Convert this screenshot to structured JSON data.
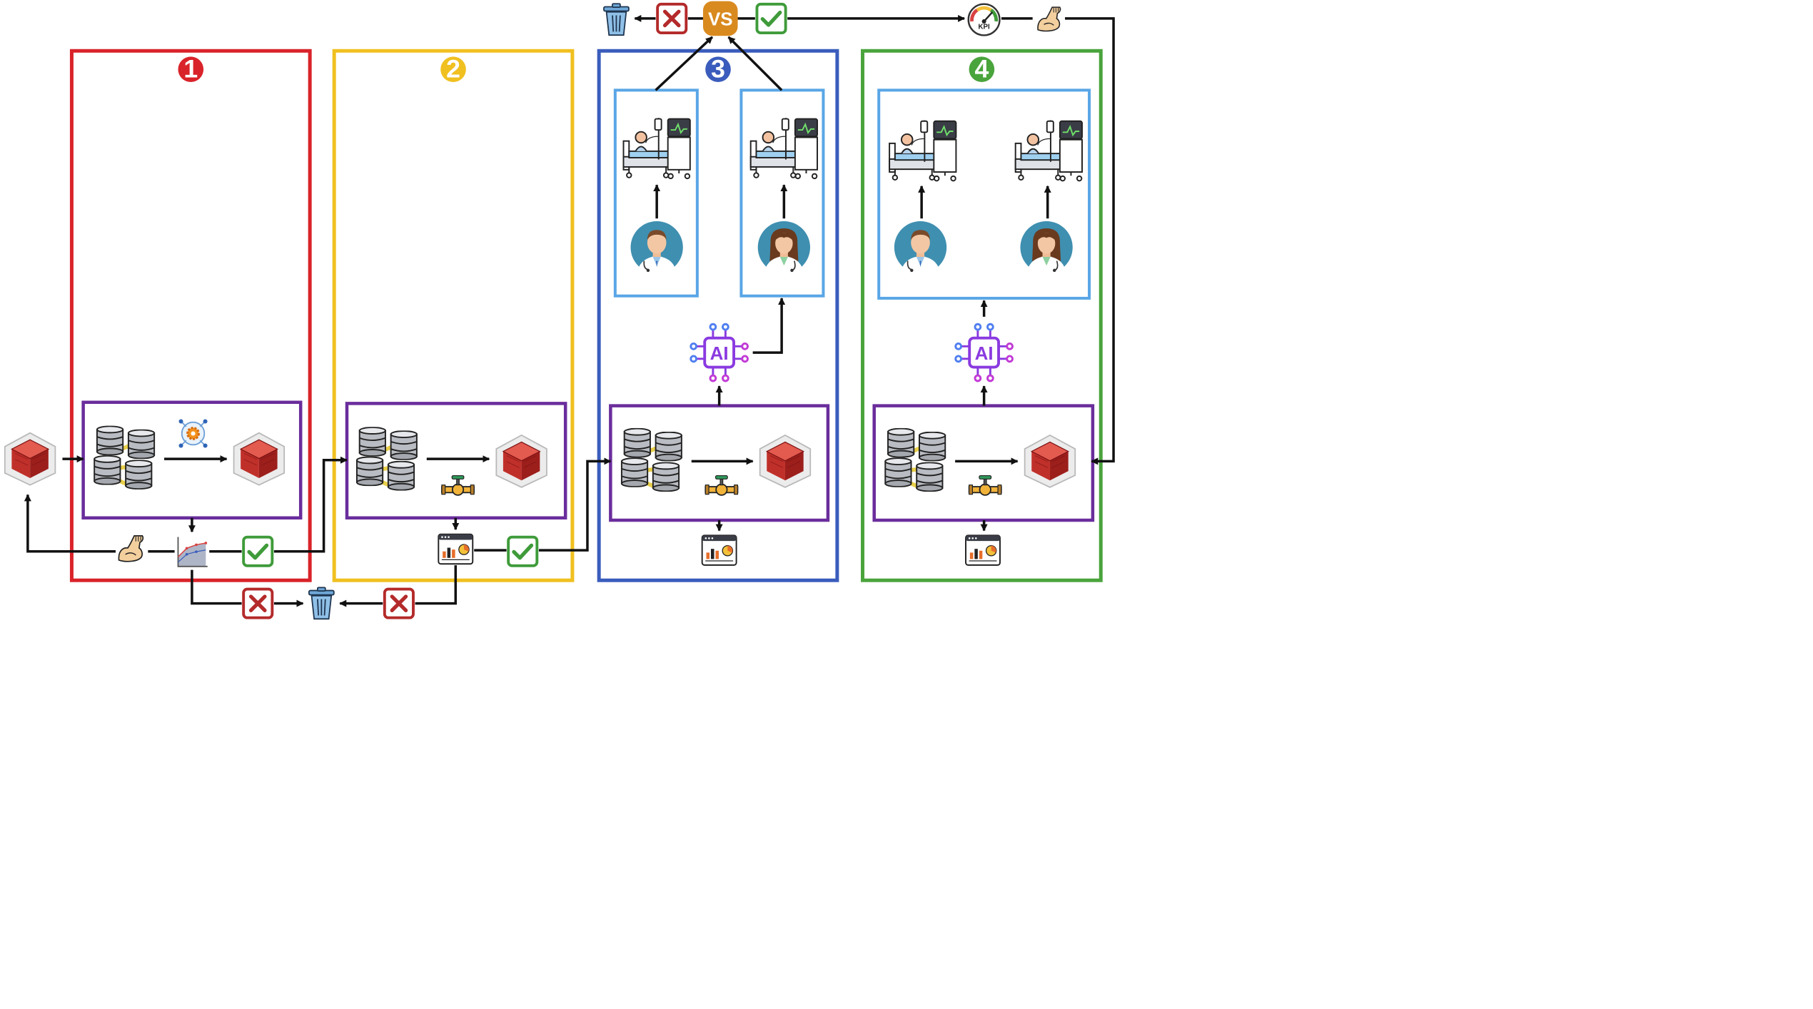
{
  "stages": [
    {
      "number": "1",
      "color": "#d9232a"
    },
    {
      "number": "2",
      "color": "#f0c020"
    },
    {
      "number": "3",
      "color": "#3a5cbc"
    },
    {
      "number": "4",
      "color": "#4aa43c"
    }
  ],
  "inner_box_color": "#6a2d9c",
  "clinic_box_color": "#5aa6e6",
  "comparison_label": "VS",
  "kpi_label": "KPI",
  "ai_label": "AI",
  "colors": {
    "reject": "#b42a2a",
    "accept": "#3f9b3a",
    "vs_badge": "#d98a1f",
    "arrow": "#111111"
  },
  "icons": [
    "model-cube-icon",
    "database-cluster-icon",
    "training-gear-icon",
    "learning-curve-chart-icon",
    "strong-arm-icon",
    "check-icon",
    "cross-icon",
    "trash-bin-icon",
    "pipeline-valve-icon",
    "dashboard-report-icon",
    "ai-chip-icon",
    "hospital-bed-monitor-icon",
    "doctor-male-icon",
    "doctor-female-icon",
    "kpi-gauge-icon"
  ]
}
